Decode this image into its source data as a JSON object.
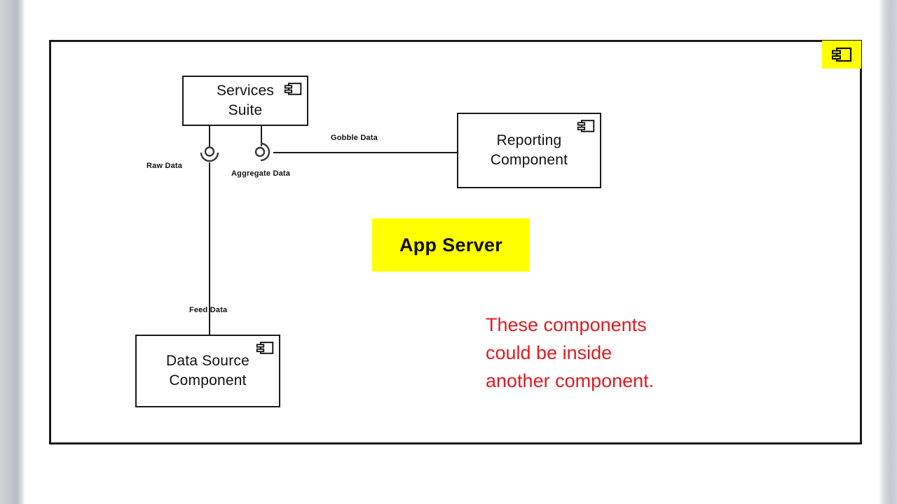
{
  "diagram": {
    "type": "uml-component-diagram",
    "frame": {
      "corner_icon": "component-icon",
      "corner_icon_highlight_color": "#ffff00"
    },
    "components": [
      {
        "id": "services-suite",
        "name": "Services\nSuite",
        "icon": "component-icon"
      },
      {
        "id": "reporting-component",
        "name": "Reporting\nComponent",
        "icon": "component-icon"
      },
      {
        "id": "data-source-component",
        "name": "Data Source\nComponent",
        "icon": "component-icon"
      }
    ],
    "interfaces": [
      {
        "id": "raw-data",
        "label": "Raw Data",
        "symbol": "ball-and-socket",
        "socket_opening": "up"
      },
      {
        "id": "aggregate-data",
        "label": "Aggregate Data",
        "symbol": "ball-and-socket",
        "socket_opening": "left"
      }
    ],
    "connector_labels": [
      {
        "id": "gobble-data",
        "label": "Gobble Data"
      },
      {
        "id": "feed-data",
        "label": "Feed Data"
      }
    ],
    "notes": [
      {
        "id": "app-server",
        "text": "App Server",
        "background": "#ffff00",
        "text_color": "#111111"
      },
      {
        "id": "annotation",
        "text": "These components\ncould be inside\nanother component.",
        "text_color": "#e01b22"
      }
    ]
  }
}
